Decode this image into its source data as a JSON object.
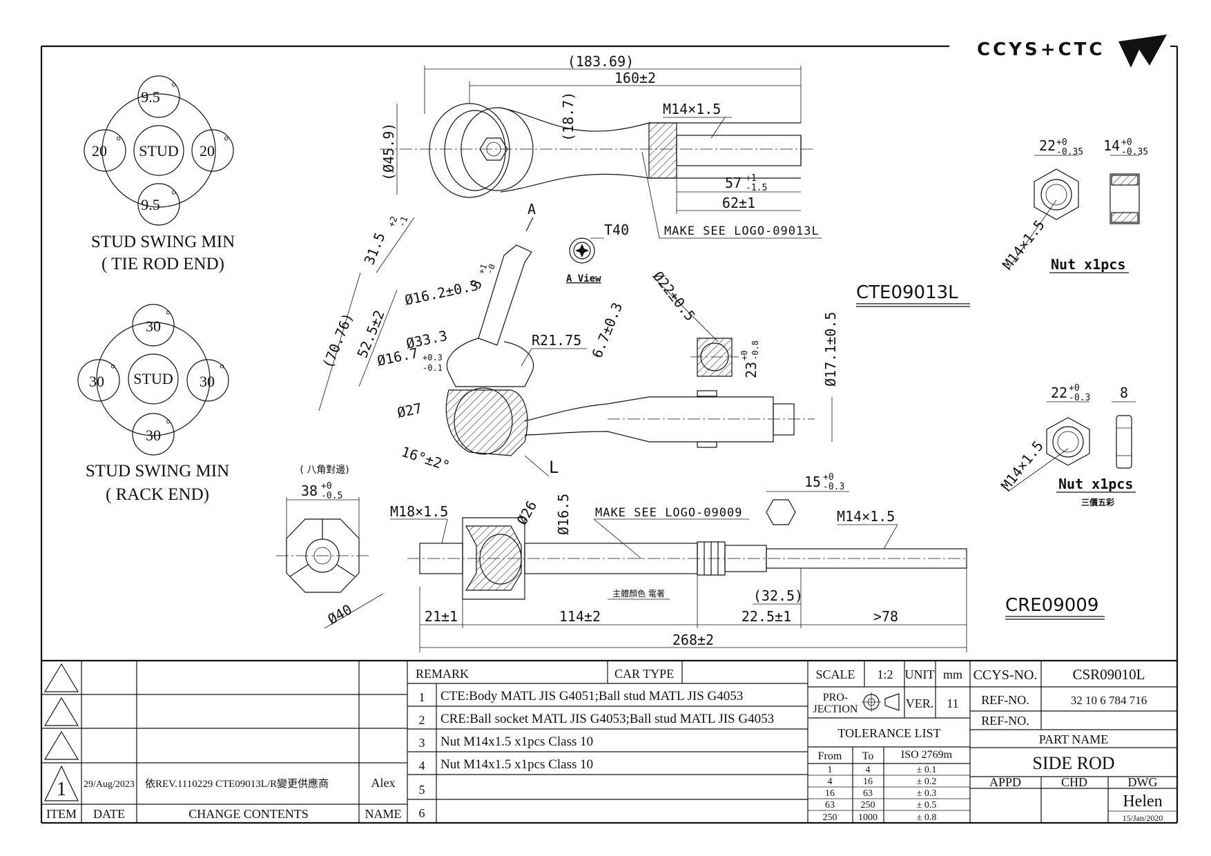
{
  "brand": {
    "logo_text": "CCYS+CTC"
  },
  "swing_tie": {
    "top": "9.5",
    "left": "20",
    "right": "20",
    "bottom": "9.5",
    "center": "STUD",
    "degree": "°",
    "caption1": "STUD SWING MIN",
    "caption2": "( TIE ROD END)"
  },
  "swing_rack": {
    "top": "30",
    "left": "30",
    "right": "30",
    "bottom": "30",
    "center": "STUD",
    "degree": "°",
    "caption1": "STUD SWING MIN",
    "caption2": "( RACK END)"
  },
  "tie_rod": {
    "dim_overall": "(183.69)",
    "dim_length": "160±2",
    "dim_height": "(18.7)",
    "dim_eye": "(Ø45.9)",
    "thread": "M14×1.5",
    "dim_57": "57",
    "dim_57_tol": "+1",
    "dim_57_tol2": "-1.5",
    "dim_62": "62±1",
    "t40": "T40",
    "a_view": "A View",
    "a_label": "A",
    "logo_note": "MAKE SEE LOGO-09013L",
    "part_code": "CTE09013L",
    "dim_31": "31.5",
    "dim_31_tol": "+2",
    "dim_31_tol2": "-1",
    "dim_5": "5",
    "dim_5_tol": "+1",
    "dim_5_tol2": "-0",
    "dim_70": "(70.76)",
    "dim_52": "52.5±2",
    "dim_162": "Ø16.2±0.3",
    "dim_333": "Ø33.3",
    "dim_167": "Ø16.7",
    "dim_167_tol": "+0.3",
    "dim_167_tol2": "-0.1",
    "dim_27": "Ø27",
    "dim_16deg": "16°±2°",
    "dim_r": "R21.75",
    "dim_67": "6.7±0.3",
    "dim_22": "Ø22±0.5",
    "dim_23": "23",
    "dim_23_tol": "+0",
    "dim_23_tol2": "-0.8",
    "dim_171": "Ø17.1±0.5",
    "l_mark": "L"
  },
  "nut1": {
    "dim_22": "22",
    "dim_22_tol": "+0",
    "dim_22_tol2": "-0.35",
    "dim_14": "14",
    "dim_14_tol": "+0",
    "dim_14_tol2": "-0.35",
    "thread": "M14×1.5",
    "label": "Nut x1pcs"
  },
  "nut2": {
    "dim_22": "22",
    "dim_22_tol": "+0",
    "dim_22_tol2": "-0.3",
    "dim_8": "8",
    "thread": "M14×1.5",
    "label": "Nut x1pcs",
    "sub": "三價五彩"
  },
  "rack_end": {
    "octa_note": "( 八角對邊)",
    "dim_38": "38",
    "dim_38_tol": "+0",
    "dim_38_tol2": "-0.5",
    "dim_40": "Ø40",
    "thread_left": "M18×1.5",
    "dim_26": "Ø26",
    "dim_165": "Ø16.5",
    "logo_note": "MAKE SEE LOGO-09009",
    "dim_15": "15",
    "dim_15_tol": "+0",
    "dim_15_tol2": "-0.3",
    "thread_right": "M14×1.5",
    "color_note": "主體顏色 電著",
    "dim_325": "(32.5)",
    "dim_21": "21±1",
    "dim_114": "114±2",
    "dim_225": "22.5±1",
    "dim_78": ">78",
    "dim_268": "268±2",
    "part_code": "CRE09009"
  },
  "revision": {
    "headers": {
      "item": "ITEM",
      "date": "DATE",
      "change": "CHANGE CONTENTS",
      "name": "NAME"
    },
    "row1": {
      "item": "1",
      "date": "29/Aug/2023",
      "change": "依REV.1110229  CTE09013L/R變更供應商",
      "name": "Alex"
    }
  },
  "remarks": {
    "header_remark": "REMARK",
    "header_car": "CAR TYPE",
    "rows": [
      {
        "no": "1",
        "text": "CTE:Body MATL JIS G4051;Ball stud MATL JIS G4053"
      },
      {
        "no": "2",
        "text": "CRE:Ball socket MATL JIS G4053;Ball stud MATL JIS G4053"
      },
      {
        "no": "3",
        "text": "Nut M14x1.5 x1pcs Class 10"
      },
      {
        "no": "4",
        "text": "Nut M14x1.5 x1pcs Class 10"
      },
      {
        "no": "5",
        "text": ""
      },
      {
        "no": "6",
        "text": ""
      }
    ]
  },
  "spec": {
    "scale_label": "SCALE",
    "scale": "1:2",
    "unit_label": "UNIT",
    "unit": "mm",
    "proj_label1": "PRO-",
    "proj_label2": "JECTION",
    "ver_label": "VER.",
    "ver": "11",
    "tol_title": "TOLERANCE LIST",
    "tol_headers": {
      "from": "From",
      "to": "To",
      "std": "ISO 2769m"
    },
    "tol_rows": [
      {
        "from": "1",
        "to": "4",
        "tol": "± 0.1"
      },
      {
        "from": "4",
        "to": "16",
        "tol": "± 0.2"
      },
      {
        "from": "16",
        "to": "63",
        "tol": "± 0.3"
      },
      {
        "from": "63",
        "to": "250",
        "tol": "± 0.5"
      },
      {
        "from": "250",
        "to": "1000",
        "tol": "± 0.8"
      }
    ]
  },
  "title_block": {
    "ccys_label": "CCYS-NO.",
    "ccys": "CSR09010L",
    "ref_label": "REF-NO.",
    "ref": "32 10 6 784 716",
    "ref2_label": "REF-NO.",
    "ref2": "",
    "part_label": "PART NAME",
    "part": "SIDE ROD",
    "appd": "APPD",
    "chd": "CHD",
    "dwg": "DWG",
    "drawer": "Helen",
    "date": "15/Jan/2020"
  }
}
